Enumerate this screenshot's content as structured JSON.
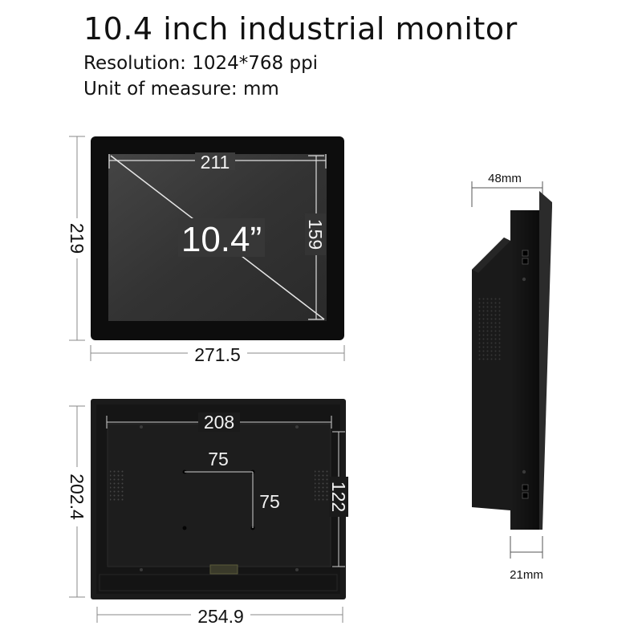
{
  "header": {
    "title": "10.4 inch industrial monitor",
    "resolution": "Resolution: 1024*768 ppi",
    "unit": "Unit of measure: mm"
  },
  "front_view": {
    "screen_width": "211",
    "screen_height": "159",
    "diagonal": "10.4”",
    "overall_height": "219",
    "overall_width": "271.5"
  },
  "rear_view": {
    "inner_width": "208",
    "vesa_horizontal": "75",
    "vesa_vertical": "75",
    "inner_height": "122",
    "overall_height": "202.4",
    "overall_width": "254.9"
  },
  "side_view": {
    "depth_total": "48mm",
    "depth_bezel": "21mm"
  },
  "colors": {
    "bezel": "#0d0d0d",
    "screen": "#3a3a3a",
    "line": "#777777",
    "text": "#111111"
  }
}
